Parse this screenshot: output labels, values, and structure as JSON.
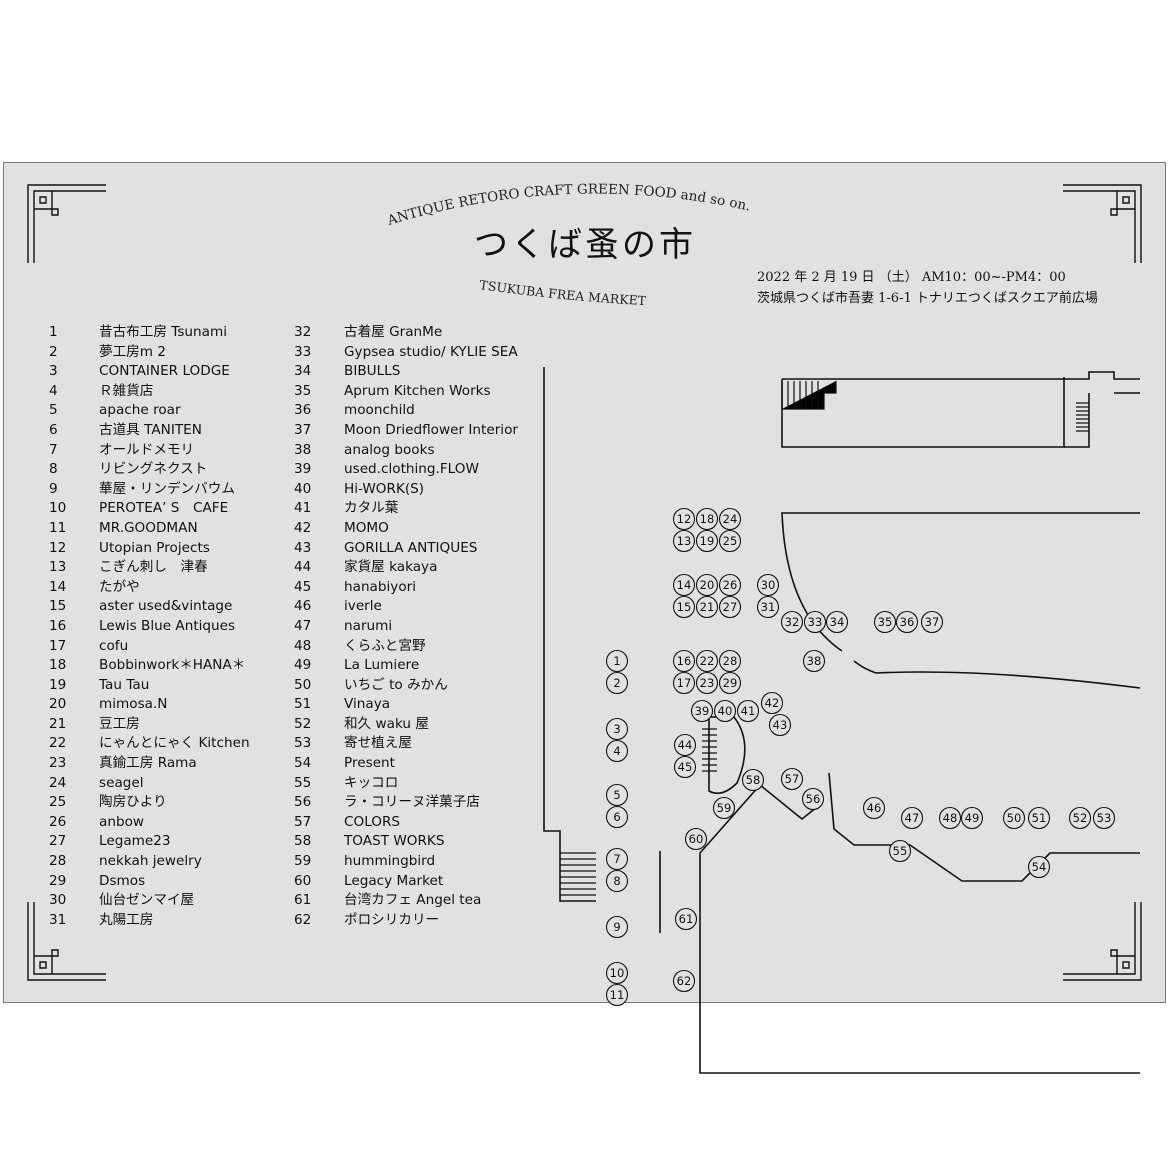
{
  "header": {
    "tagline": "ANTIQUE RETORO CRAFT GREEN FOOD and so on.",
    "title": "つくば蚤の市",
    "subtitle": "TSUKUBA FREA MARKET",
    "date_line": "2022 年 2 月 19 日 （土） AM10：00~-PM4：00",
    "address_line": "茨城県つくば市吾妻 1-6-1 トナリエつくばスクエア前広場"
  },
  "vendors_left": [
    {
      "num": "1",
      "name": "昔古布工房 Tsunami"
    },
    {
      "num": "2",
      "name": "夢工房m 2"
    },
    {
      "num": "3",
      "name": "CONTAINER LODGE"
    },
    {
      "num": "4",
      "name": "Ｒ雑貨店"
    },
    {
      "num": "5",
      "name": "apache roar"
    },
    {
      "num": "6",
      "name": "古道具 TANITEN"
    },
    {
      "num": "7",
      "name": "オールドメモリ"
    },
    {
      "num": "8",
      "name": "リビングネクスト"
    },
    {
      "num": "9",
      "name": "華屋・リンデンバウム"
    },
    {
      "num": "10",
      "name": "PEROTEA’ S　CAFE"
    },
    {
      "num": "11",
      "name": "MR.GOODMAN"
    },
    {
      "num": "12",
      "name": "Utopian Projects"
    },
    {
      "num": "13",
      "name": "こぎん刺し　津春"
    },
    {
      "num": "14",
      "name": "たがや"
    },
    {
      "num": "15",
      "name": "aster used&vintage"
    },
    {
      "num": "16",
      "name": "Lewis Blue Antiques"
    },
    {
      "num": "17",
      "name": "cofu"
    },
    {
      "num": "18",
      "name": "Bobbinwork＊HANA＊"
    },
    {
      "num": "19",
      "name": "Tau Tau"
    },
    {
      "num": "20",
      "name": "mimosa.N"
    },
    {
      "num": "21",
      "name": "豆工房"
    },
    {
      "num": "22",
      "name": "にゃんとにゃく Kitchen"
    },
    {
      "num": "23",
      "name": "真鍮工房 Rama"
    },
    {
      "num": "24",
      "name": "seagel"
    },
    {
      "num": "25",
      "name": "陶房ひより"
    },
    {
      "num": "26",
      "name": "anbow"
    },
    {
      "num": "27",
      "name": "Legame23"
    },
    {
      "num": "28",
      "name": "nekkah jewelry"
    },
    {
      "num": "29",
      "name": "Dsmos"
    },
    {
      "num": "30",
      "name": "仙台ゼンマイ屋"
    },
    {
      "num": "31",
      "name": "丸陽工房"
    }
  ],
  "vendors_right": [
    {
      "num": "32",
      "name": "古着屋 GranMe"
    },
    {
      "num": "33",
      "name": "Gypsea studio/ KYLIE SEA"
    },
    {
      "num": "34",
      "name": "BIBULLS"
    },
    {
      "num": "35",
      "name": "Aprum Kitchen Works"
    },
    {
      "num": "36",
      "name": "moonchild"
    },
    {
      "num": "37",
      "name": "Moon Driedflower Interior"
    },
    {
      "num": "38",
      "name": "analog books"
    },
    {
      "num": "39",
      "name": "used.clothing.FLOW"
    },
    {
      "num": "40",
      "name": "Hi-WORK(S)"
    },
    {
      "num": "41",
      "name": "カタル葉"
    },
    {
      "num": "42",
      "name": "MOMO"
    },
    {
      "num": "43",
      "name": "GORILLA ANTIQUES"
    },
    {
      "num": "44",
      "name": "家貨屋 kakaya"
    },
    {
      "num": "45",
      "name": "hanabiyori"
    },
    {
      "num": "46",
      "name": "iverle"
    },
    {
      "num": "47",
      "name": "narumi"
    },
    {
      "num": "48",
      "name": "くらふと宮野"
    },
    {
      "num": "49",
      "name": "La Lumiere"
    },
    {
      "num": "50",
      "name": "いちご to みかん"
    },
    {
      "num": "51",
      "name": "Vinaya"
    },
    {
      "num": "52",
      "name": "和久 waku 屋"
    },
    {
      "num": "53",
      "name": "寄せ植え屋"
    },
    {
      "num": "54",
      "name": "Present"
    },
    {
      "num": "55",
      "name": "キッコロ"
    },
    {
      "num": "56",
      "name": "ラ・コリーヌ洋菓子店"
    },
    {
      "num": "57",
      "name": "COLORS"
    },
    {
      "num": "58",
      "name": "TOAST WORKS"
    },
    {
      "num": "59",
      "name": "hummingbird"
    },
    {
      "num": "60",
      "name": "Legacy Market"
    },
    {
      "num": "61",
      "name": "台湾カフェ Angel tea"
    },
    {
      "num": "62",
      "name": "ポロシリカリー"
    }
  ],
  "map_markers": [
    "1",
    "2",
    "3",
    "4",
    "5",
    "6",
    "7",
    "8",
    "9",
    "10",
    "11",
    "12",
    "13",
    "14",
    "15",
    "16",
    "17",
    "18",
    "19",
    "20",
    "21",
    "22",
    "23",
    "24",
    "25",
    "26",
    "27",
    "28",
    "29",
    "30",
    "31",
    "32",
    "33",
    "34",
    "35",
    "36",
    "37",
    "38",
    "39",
    "40",
    "41",
    "42",
    "43",
    "44",
    "45",
    "46",
    "47",
    "48",
    "49",
    "50",
    "51",
    "52",
    "53",
    "54",
    "55",
    "56",
    "57",
    "58",
    "59",
    "60",
    "61",
    "62"
  ]
}
